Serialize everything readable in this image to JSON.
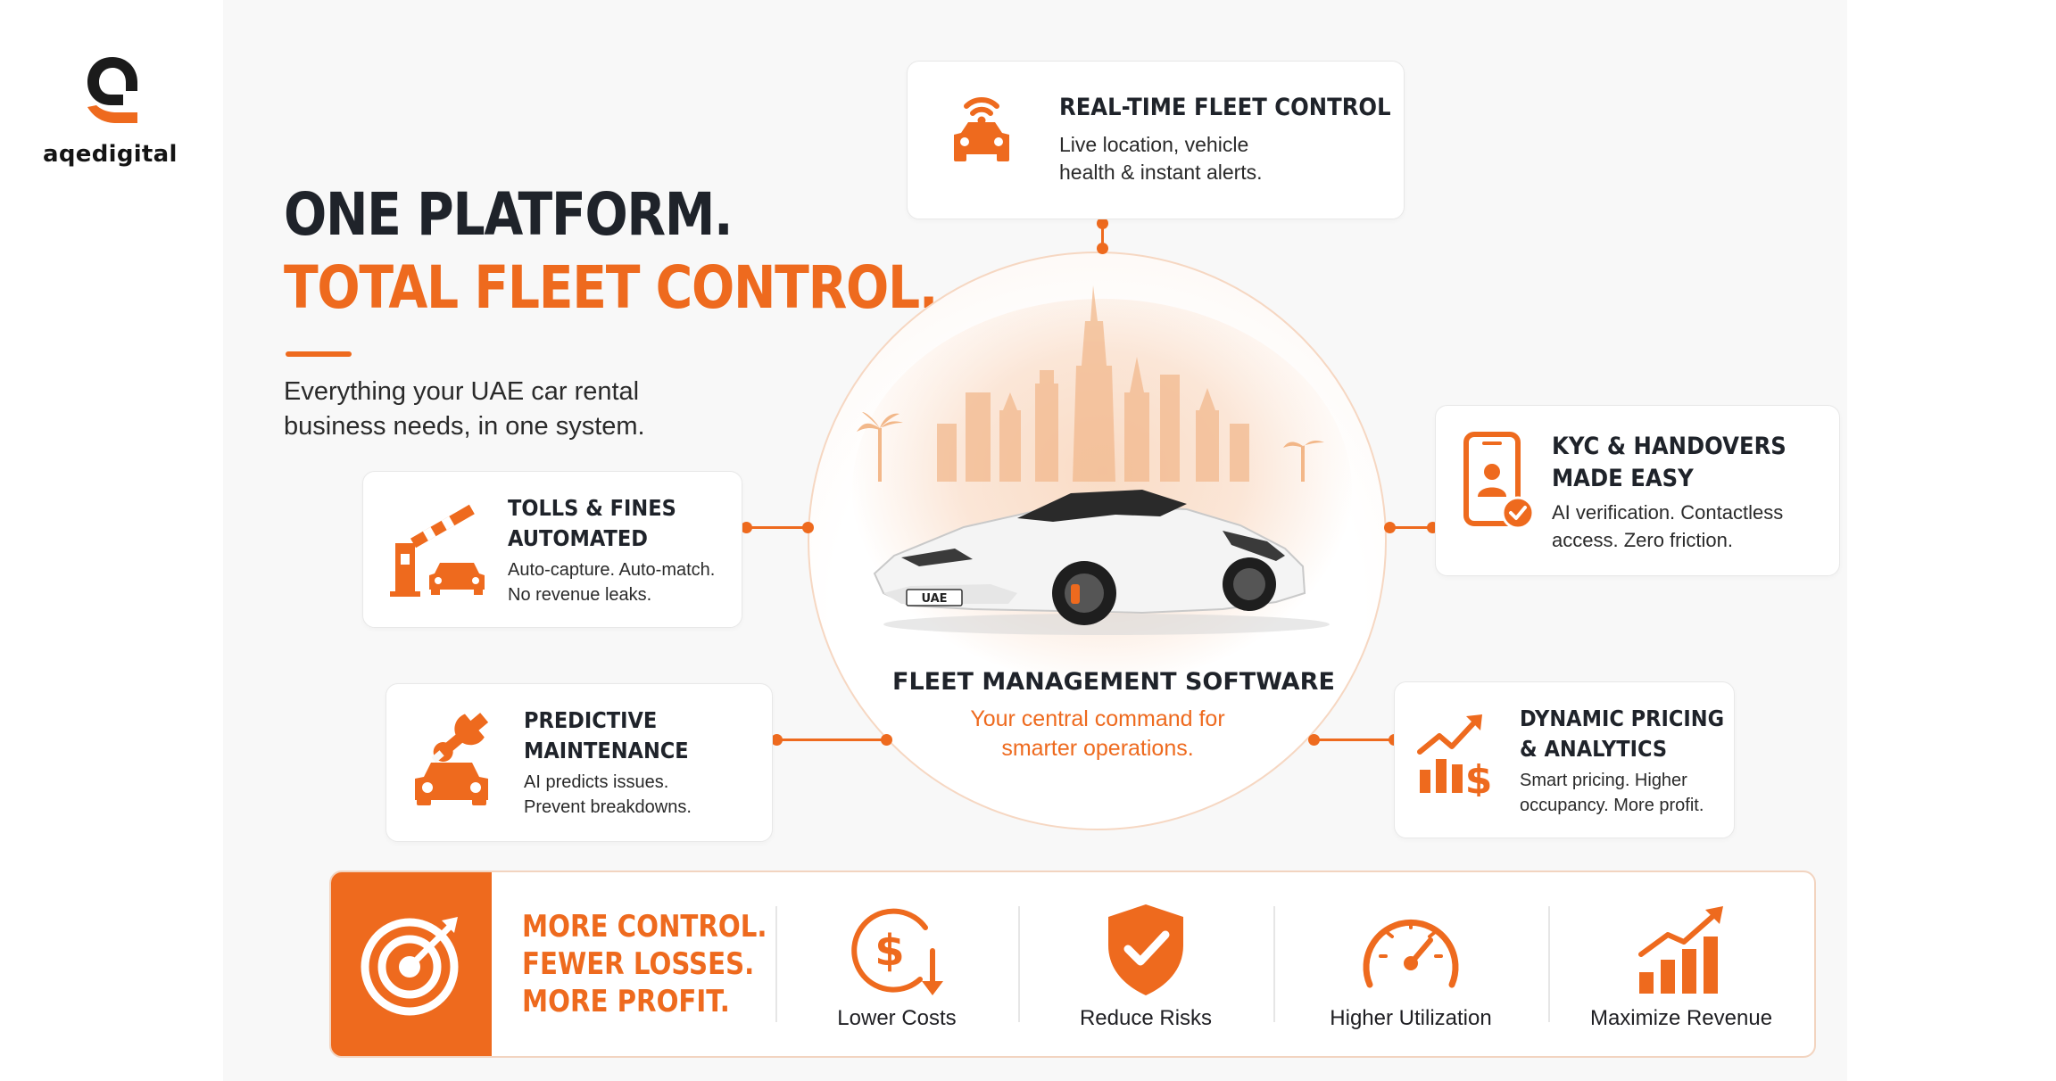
{
  "brand": {
    "name": "aqedigital"
  },
  "headline": {
    "line1": "ONE PLATFORM.",
    "line2": "TOTAL FLEET CONTROL."
  },
  "subhead": "Everything your UAE car rental business needs, in one system.",
  "center": {
    "title": "FLEET MANAGEMENT SOFTWARE",
    "subtitle_line1": "Your central command for",
    "subtitle_line2": "smarter operations.",
    "plate": "UAE"
  },
  "features": {
    "realtime": {
      "title": "REAL-TIME FLEET CONTROL",
      "desc1": "Live location, vehicle",
      "desc2": "health & instant alerts.",
      "icon": "connected-car-icon"
    },
    "kyc": {
      "title1": "KYC & HANDOVERS",
      "title2": "MADE EASY",
      "desc1": "AI verification. Contactless",
      "desc2": "access. Zero friction.",
      "icon": "phone-verified-user-icon"
    },
    "tolls": {
      "title1": "TOLLS & FINES",
      "title2": "AUTOMATED",
      "desc1": "Auto-capture. Auto-match.",
      "desc2": "No revenue leaks.",
      "icon": "toll-gate-icon"
    },
    "maintenance": {
      "title1": "PREDICTIVE",
      "title2": "MAINTENANCE",
      "desc1": "AI predicts issues.",
      "desc2": "Prevent breakdowns.",
      "icon": "car-wrench-icon"
    },
    "pricing": {
      "title1": "DYNAMIC PRICING",
      "title2": "& ANALYTICS",
      "desc1": "Smart pricing. Higher",
      "desc2": "occupancy. More profit.",
      "icon": "growth-dollar-icon"
    }
  },
  "banner": {
    "slogan1": "MORE CONTROL.",
    "slogan2": "FEWER LOSSES.",
    "slogan3": "MORE PROFIT.",
    "benefits": [
      {
        "label": "Lower Costs",
        "icon": "dollar-down-icon"
      },
      {
        "label": "Reduce Risks",
        "icon": "shield-check-icon"
      },
      {
        "label": "Higher Utilization",
        "icon": "gauge-icon"
      },
      {
        "label": "Maximize Revenue",
        "icon": "bar-growth-icon"
      }
    ]
  },
  "colors": {
    "accent": "#ee6a1e",
    "dark": "#1f232a",
    "background": "#f8f8f8"
  }
}
